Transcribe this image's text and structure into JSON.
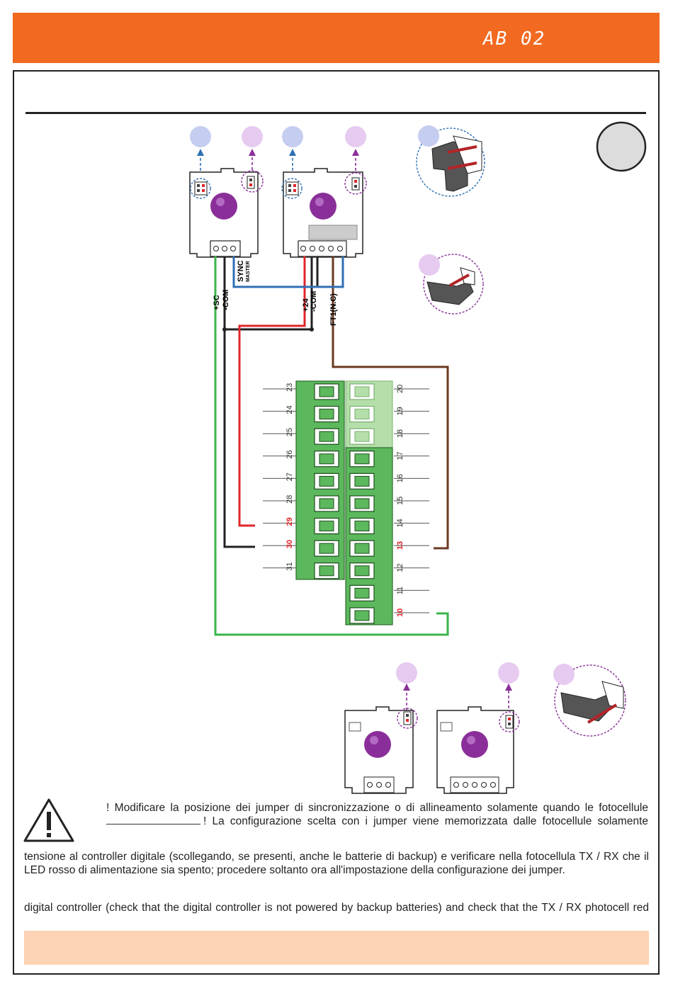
{
  "header": {
    "doc_code": "AB 02",
    "accent_color": "#f26a21"
  },
  "diagram": {
    "upper_cable_labels": {
      "sc": "+SC",
      "com_left": "-COM",
      "sync": "SYNC",
      "master": "MASTER",
      "plus24": "+24",
      "com_right": "-COM",
      "ft1": "FT1(N.C)"
    },
    "terminal_left": [
      "23",
      "24",
      "25",
      "26",
      "27",
      "28",
      "29",
      "30",
      "31"
    ],
    "terminal_right": [
      "20",
      "19",
      "18",
      "17",
      "16",
      "15",
      "14",
      "13",
      "12",
      "11",
      "10"
    ],
    "highlight_terminals": [
      "29",
      "30",
      "13",
      "10"
    ],
    "colors": {
      "marker_blue": "#c5cdf0",
      "marker_violet": "#e6caf0",
      "lens": "#8a2f99",
      "terminal_green": "#5cb85c",
      "terminal_light": "#b5dfaa",
      "wire_red": "#e0262b",
      "wire_blue": "#2f6fb5",
      "wire_brown": "#6b3a1f",
      "wire_green": "#3bb54a",
      "wire_black": "#222222"
    }
  },
  "text": {
    "it_line1": "! Modificare la posizione dei jumper di sincronizzazione o di allineamento solamente quando le fotocellule",
    "it_line2": "! La configurazione scelta con i jumper viene memorizzata dalle fotocellule solamente",
    "it_line3": "tensione al controller digitale (scollegando, se presenti, anche le batterie di backup) e verificare nella fotocellula TX / RX che il LED rosso di alimentazione sia spento; procedere soltanto ora all'impostazione della configurazione dei jumper.",
    "en_line1": "digital controller (check that the digital controller is not powered by backup batteries) and check that the TX / RX photocell red"
  }
}
